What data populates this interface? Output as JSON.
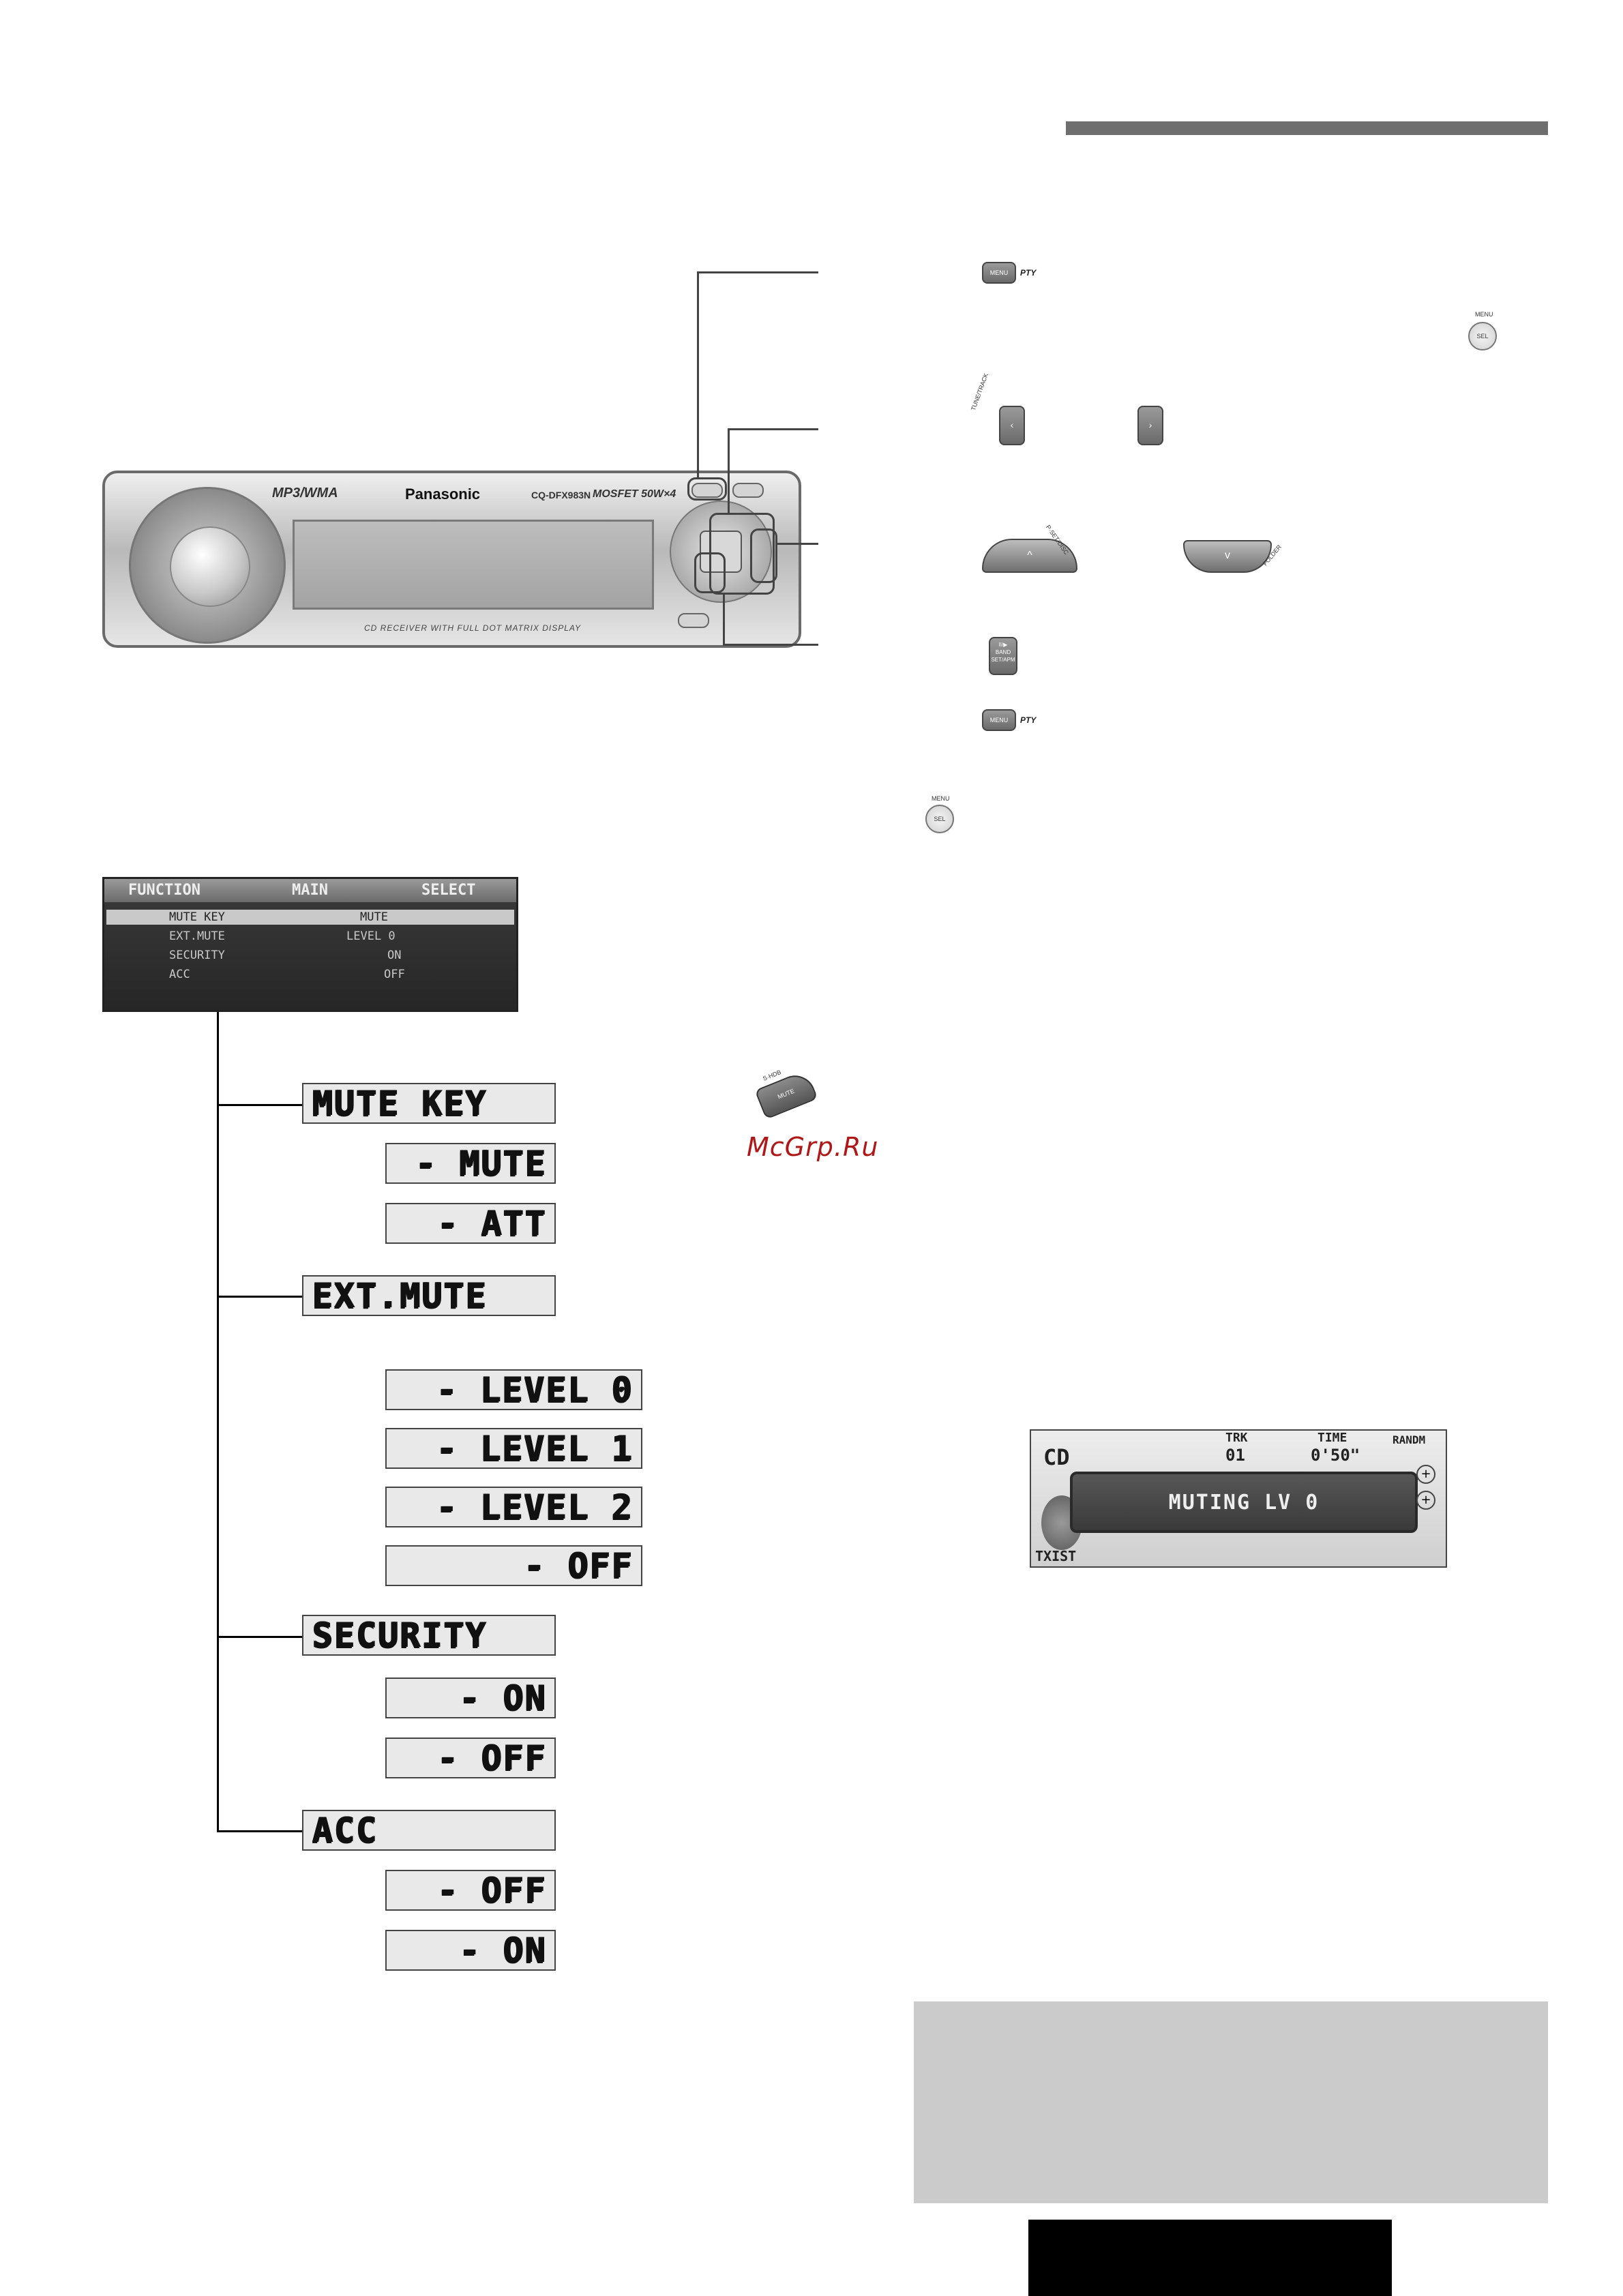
{
  "faceplate": {
    "brand": "Panasonic",
    "logo_text": "MP3/WMA",
    "model": "CQ-DFX983N",
    "power": "MOSFET 50W×4",
    "caption": "CD RECEIVER WITH FULL DOT MATRIX DISPLAY"
  },
  "controls": {
    "menu_key": "MENU",
    "pty_label": "PTY",
    "sel_top_label": "MENU",
    "sel_label": "SEL",
    "tune_track_label": "TUNE/TRACK",
    "pset_disc_label": "P·SET/DISC",
    "folder_label": "FOLDER",
    "band_key_lines": [
      "II/▶",
      "BAND",
      "SET/APM"
    ],
    "mute_key": "MUTE",
    "mute_key_top": "S·HDB"
  },
  "function_screen": {
    "header": {
      "left": "FUNCTION",
      "mid": "MAIN",
      "right": "SELECT"
    },
    "rows": [
      {
        "label": "MUTE KEY",
        "value": "MUTE"
      },
      {
        "label": "EXT.MUTE",
        "value": "LEVEL 0"
      },
      {
        "label": "SECURITY",
        "value": "ON"
      },
      {
        "label": "ACC",
        "value": "OFF"
      }
    ]
  },
  "tree": {
    "mute_key": {
      "title": "MUTE KEY",
      "options": [
        "- MUTE",
        "- ATT"
      ]
    },
    "ext_mute": {
      "title": "EXT.MUTE",
      "options": [
        "- LEVEL 0",
        "- LEVEL 1",
        "- LEVEL 2",
        "- OFF"
      ]
    },
    "security": {
      "title": "SECURITY",
      "options": [
        "- ON",
        "- OFF"
      ]
    },
    "acc": {
      "title": "ACC",
      "options": [
        "- OFF",
        "- ON"
      ]
    }
  },
  "watermark": "McGrp.Ru",
  "muting_display": {
    "source": "CD",
    "message": "MUTING LV 0",
    "track_label": "TRK",
    "track": "01",
    "time_label": "TIME",
    "time": "0'50\"",
    "random": "RANDM",
    "bottom": "TXIST"
  }
}
